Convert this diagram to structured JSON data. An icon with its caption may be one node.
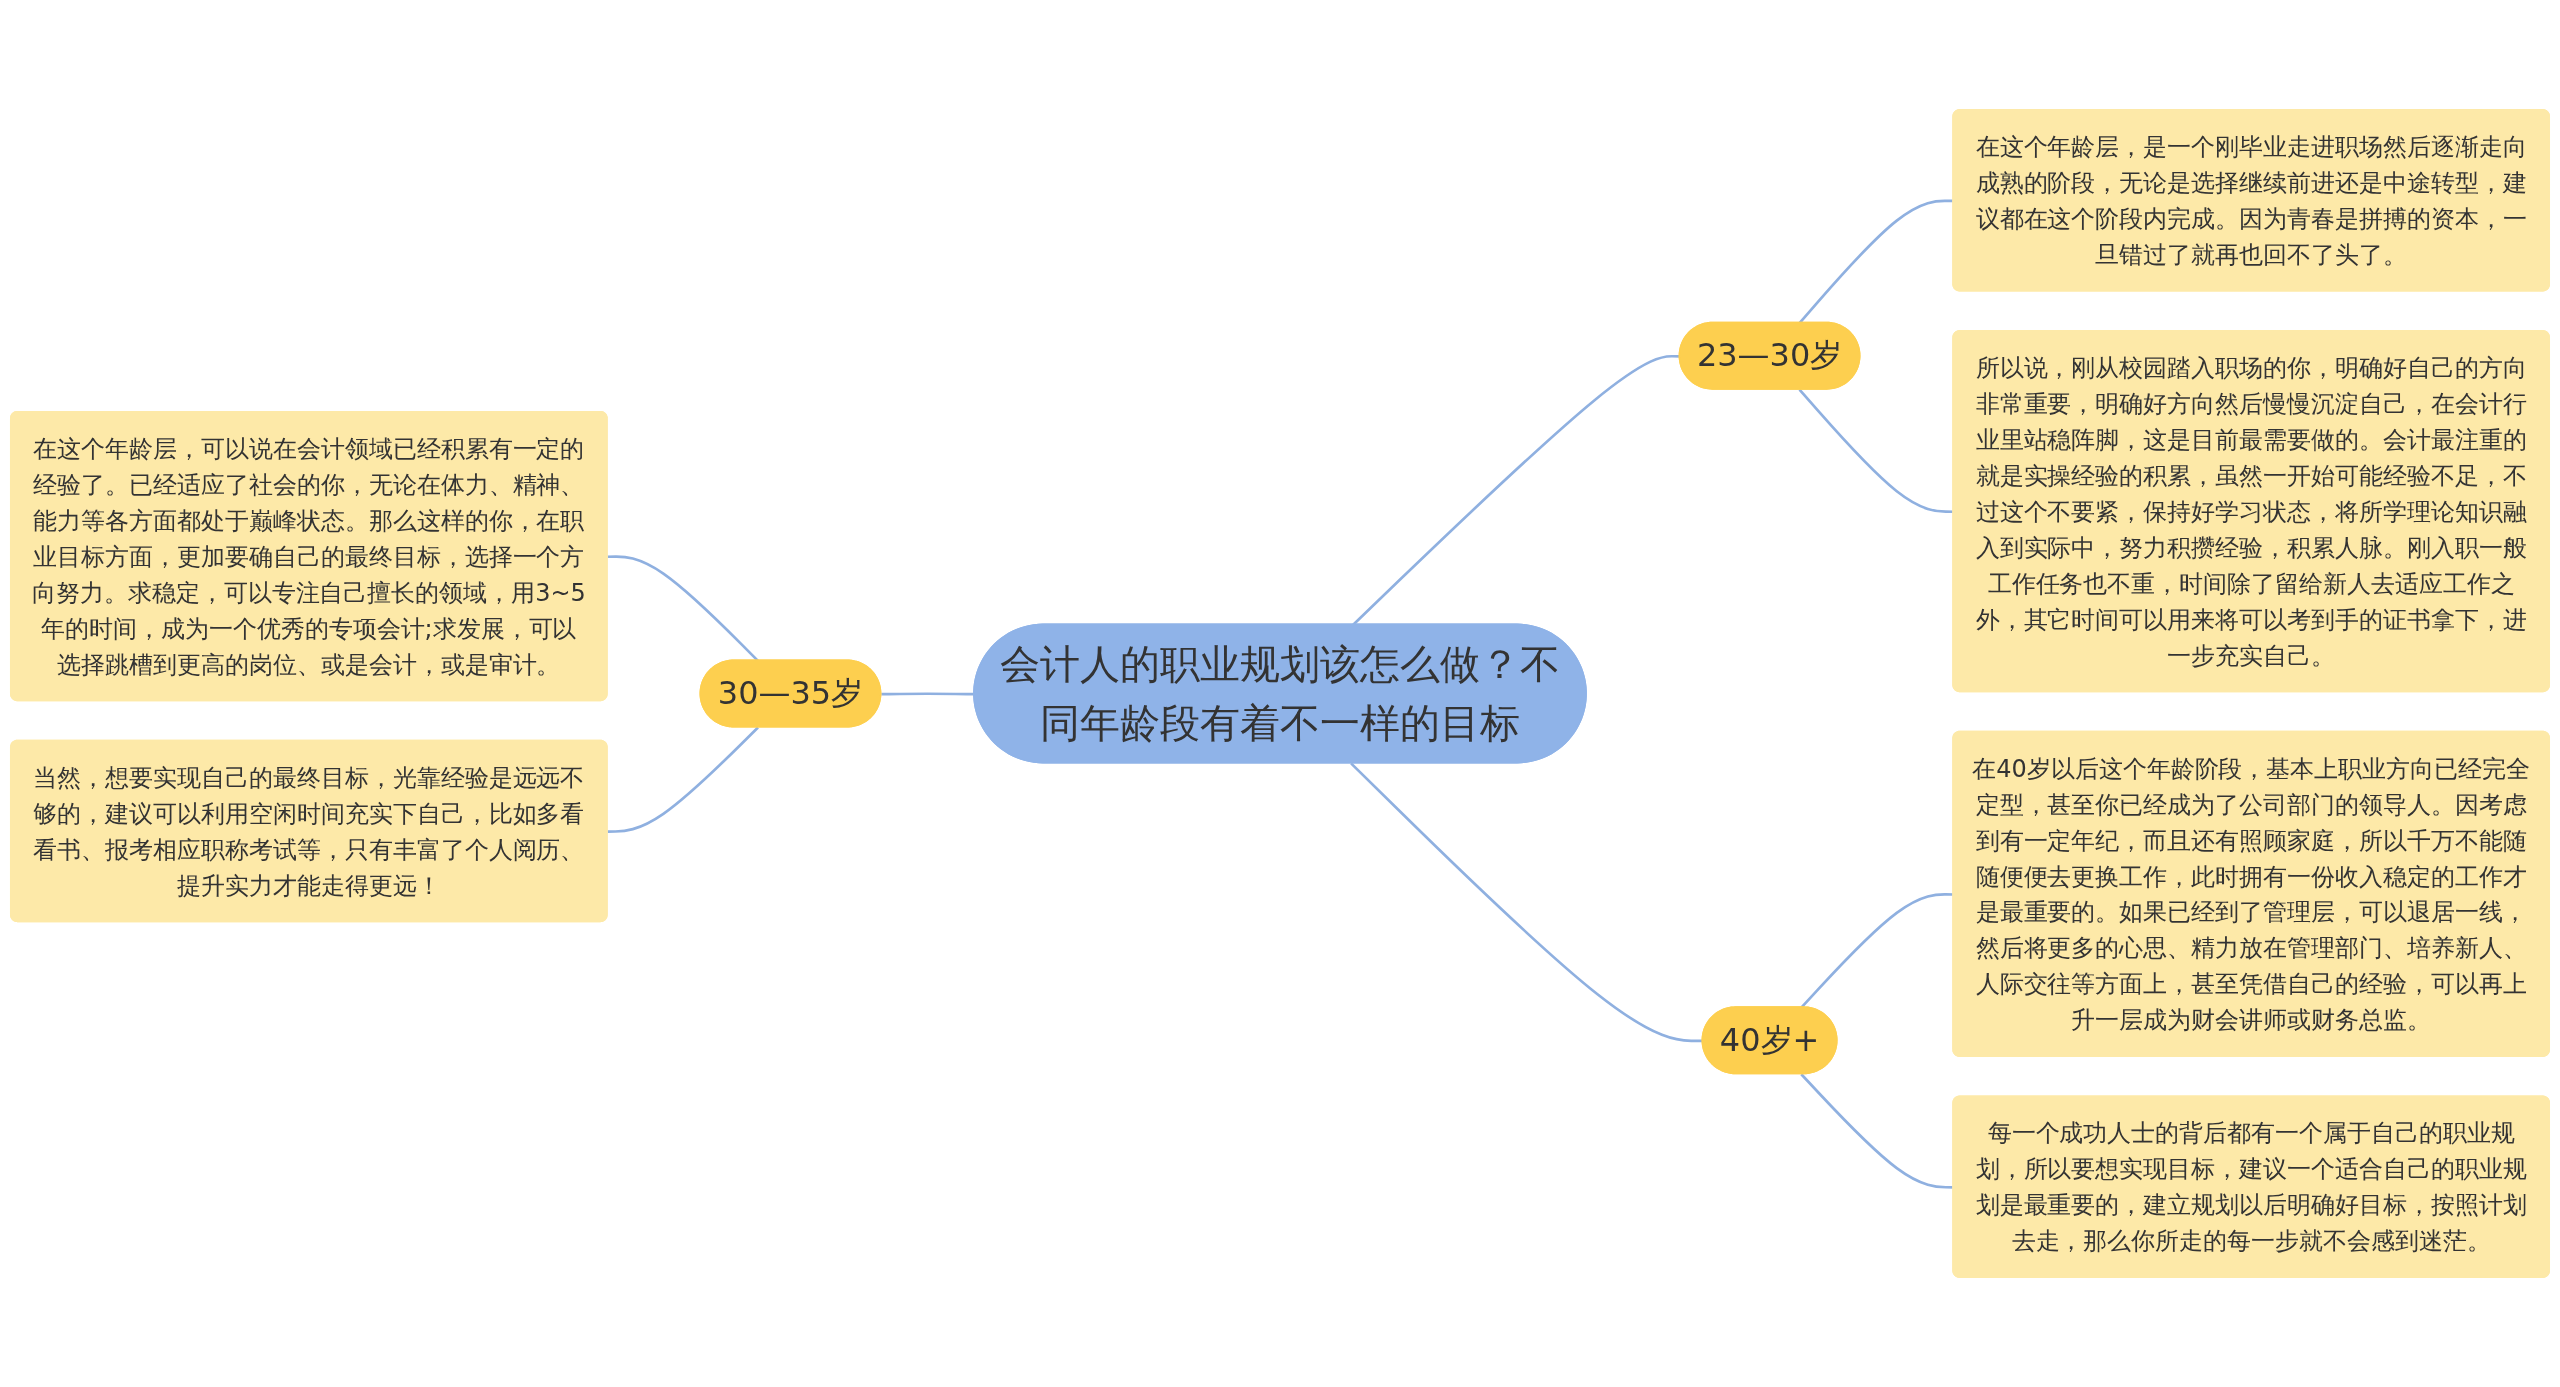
{
  "diagram": {
    "nodes": [
      {
        "text": [
          "会计人的职业规划该怎么做？不同年龄段有着不一样的目标"
        ]
      },
      {
        "text": [
          "23—30岁"
        ]
      },
      {
        "text": [
          "在这个年龄层，是一个刚毕业走进职场然后逐渐走向成熟的阶段，无论是选择继续前进还是中途转型，建议都在这个阶段内完成。因为青春是拼搏的资本，一旦错过了就再也回不了头了。"
        ]
      },
      {
        "text": [
          "所以说，刚从校园踏入职场的你，明确好自己的方向非常重要，明确好方向然后慢慢沉淀自己，在会计行业里站稳阵脚，这是目前最需要做的。会计最注重的就是实操经验的积累，虽然一开始可能经验不足，不过这个不要紧，保持好学习状态，将所学理论知识融入到实际中，努力积攒经验，积累人脉。刚入职一般工作任务也不重，时间除了留给新人去适应工作之外，其它时间可以用来将可以考到手的证书拿下，进一步充实自己。"
        ]
      },
      {
        "text": [
          "30—35岁"
        ]
      },
      {
        "text": [
          "在这个年龄层，可以说在会计领域已经积累有一定的经验了。已经适应了社会的你，无论在体力、精神、能力等各方面都处于巅峰状态。那么这样的你，在职业目标方面，更加要确自己的最终目标，选择一个方向努力。求稳定，可以专注自己擅长的领域，用3~5年的时间，成为一个优秀的专项会计;求发展，可以选择跳槽到更高的岗位、或是会计，或是审计。"
        ]
      },
      {
        "text": [
          "当然，想要实现自己的最终目标，光靠经验是远远不够的，建议可以利用空闲时间充实下自己，比如多看看书、报考相应职称考试等，只有丰富了个人阅历、提升实力才能走得更远！"
        ]
      },
      {
        "text": [
          "40岁+"
        ]
      },
      {
        "text": [
          "在40岁以后这个年龄阶段，基本上职业方向已经完全定型，甚至你已经成为了公司部门的领导人。因考虑到有一定年纪，而且还有照顾家庭，所以千万不能随随便便去更换工作，此时拥有一份收入稳定的工作才是最重要的。如果已经到了管理层，可以退居一线，然后将更多的心思、精力放在管理部门、培养新人、人际交往等方面上，甚至凭借自己的经验，可以再上升一层成为财会讲师或财务总监。"
        ]
      },
      {
        "text": [
          "每一个成功人士的背后都有一个属于自己的职业规划，所以要想实现目标，建议一个适合自己的职业规划是最重要的，建立规划以后明确好目标，按照计划去走，那么你所走的每一步就不会感到迷茫。"
        ]
      }
    ],
    "edges": [
      {
        "from": 0,
        "to": 1,
        "arrow": "none"
      },
      {
        "from": 1,
        "to": 2,
        "arrow": "none"
      },
      {
        "from": 1,
        "to": 3,
        "arrow": "none"
      },
      {
        "from": 5,
        "to": 4,
        "arrow": "none"
      },
      {
        "from": 6,
        "to": 4,
        "arrow": "none"
      },
      {
        "from": 4,
        "to": 0,
        "arrow": "none"
      },
      {
        "from": 0,
        "to": 7,
        "arrow": "none"
      },
      {
        "from": 7,
        "to": 8,
        "arrow": "none"
      },
      {
        "from": 7,
        "to": 9,
        "arrow": "none"
      }
    ]
  }
}
